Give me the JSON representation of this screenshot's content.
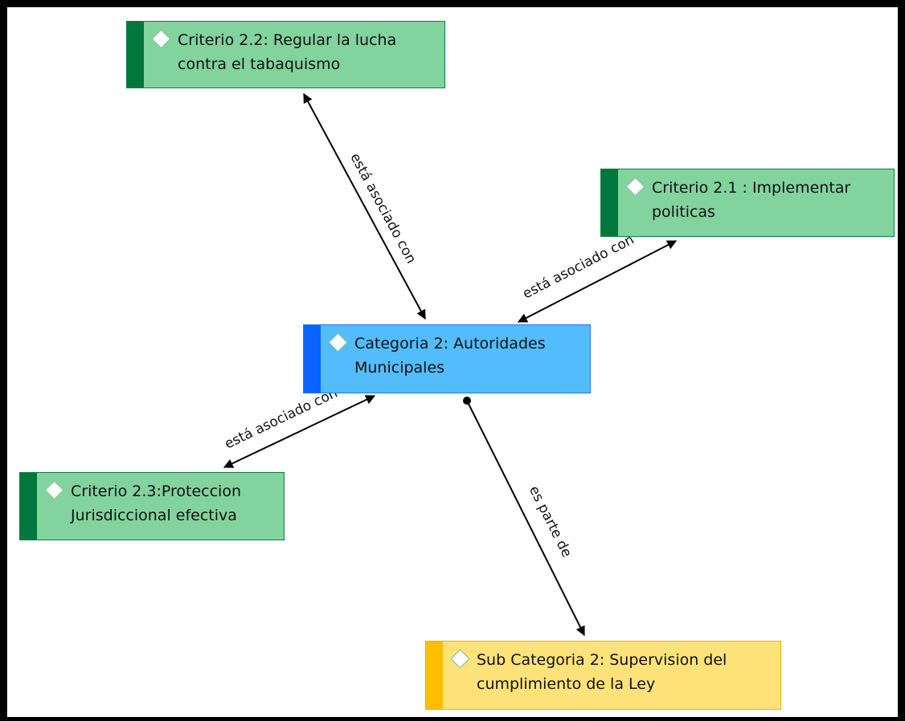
{
  "nodes": {
    "criterio_2_2": {
      "line1": "Criterio 2.2: Regular la lucha",
      "line2": "contra el tabaquismo"
    },
    "criterio_2_1": {
      "line1": "Criterio 2.1 : Implementar",
      "line2": "politicas"
    },
    "categoria_2": {
      "line1": "Categoria 2: Autoridades",
      "line2": "Municipales"
    },
    "criterio_2_3": {
      "line1": "Criterio 2.3:Proteccion",
      "line2": "Jurisdiccional efectiva"
    },
    "sub_categoria_2": {
      "line1": "Sub Categoria 2: Supervision del",
      "line2": "cumplimiento de la Ley"
    }
  },
  "edges": {
    "e1": "está asociado con",
    "e2": "está asociado con",
    "e3": "está asociado con",
    "e4": "es parte de"
  },
  "colors": {
    "criterio": "#82d39e",
    "criterio_bar": "#00783d",
    "categoria": "#52bcfc",
    "categoria_bar": "#0a63ff",
    "sub_categoria": "#ffe27a",
    "sub_categoria_bar": "#ffbf00"
  }
}
